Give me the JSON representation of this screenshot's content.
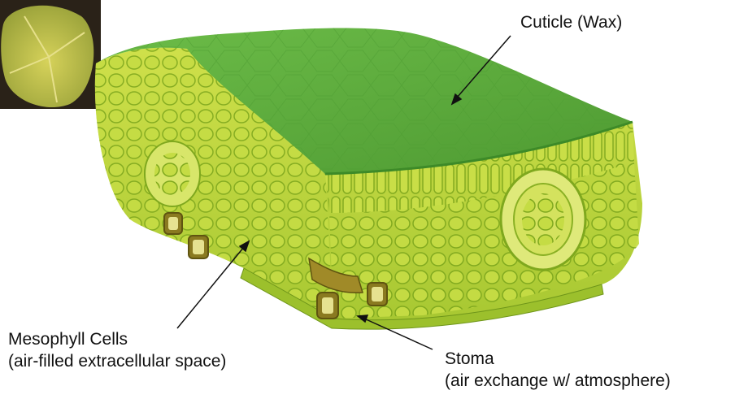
{
  "labels": {
    "cuticle": "Cuticle (Wax)",
    "mesophyll_line1": "Mesophyll Cells",
    "mesophyll_line2": "(air-filled extracellular space)",
    "stoma_line1": "Stoma",
    "stoma_line2": "(air exchange w/ atmosphere)"
  },
  "colors": {
    "cuticle_top": "#5fae3c",
    "cell_fill": "#b8d63a",
    "cell_wall": "#7fa81e",
    "vein": "#d7e86a",
    "guard_cell": "#8a7a20",
    "leaf_photo": "#c4c24a",
    "arrow": "#111111"
  }
}
